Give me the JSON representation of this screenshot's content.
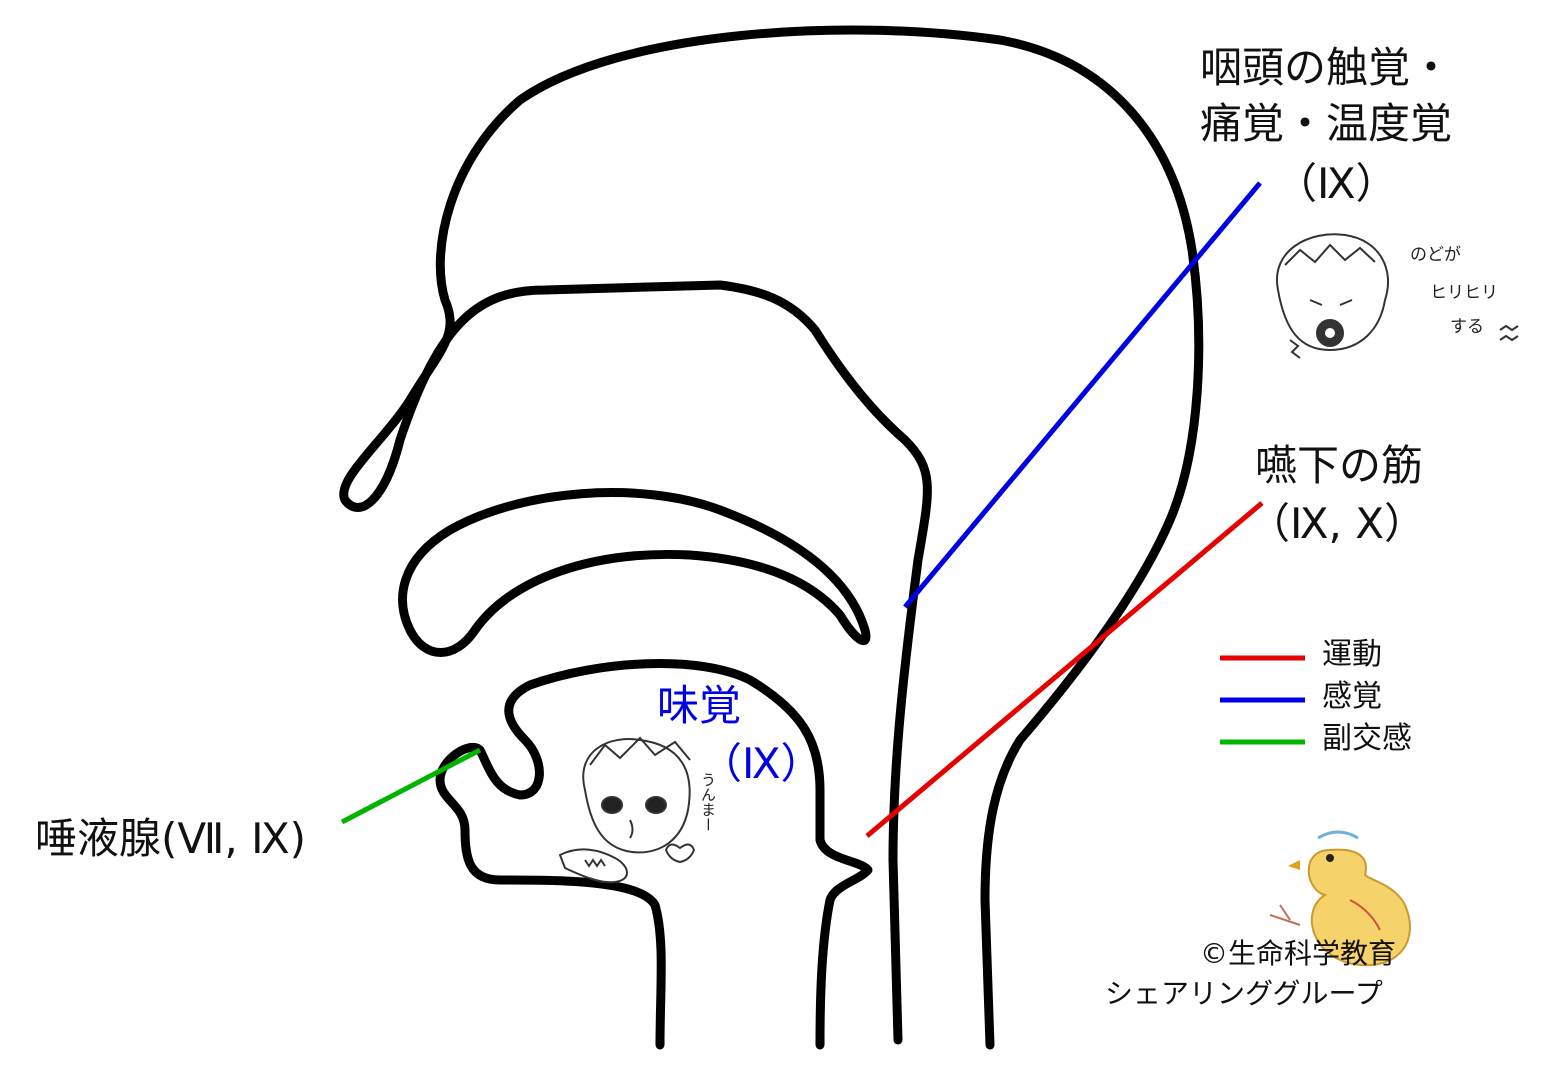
{
  "labels": {
    "pharynx_sensation_line1": "咽頭の触覚・",
    "pharynx_sensation_line2": "痛覚・温度覚",
    "pharynx_sensation_nerve": "（Ⅸ）",
    "swallow_muscle_line1": "嚥下の筋",
    "swallow_muscle_nerve": "（Ⅸ, Ⅹ）",
    "taste": "味覚",
    "taste_nerve": "（Ⅸ）",
    "salivary_gland": "唾液腺(Ⅶ, Ⅸ)"
  },
  "legend": {
    "items": [
      {
        "label": "運動",
        "color": "#e60000"
      },
      {
        "label": "感覚",
        "color": "#0000e6"
      },
      {
        "label": "副交感",
        "color": "#00b400"
      }
    ]
  },
  "doodles": {
    "throat_boy_text1": "のどが",
    "throat_boy_text2": "ヒリヒリ",
    "throat_boy_text3": "する",
    "tasting_boy_text": "うんまー"
  },
  "copyright": {
    "line1": "©生命科学教育",
    "line2": "シェアリンググループ"
  },
  "colors": {
    "motor": "#e60000",
    "sensory": "#0000e6",
    "parasympathetic": "#00b400",
    "outline": "#000000"
  }
}
